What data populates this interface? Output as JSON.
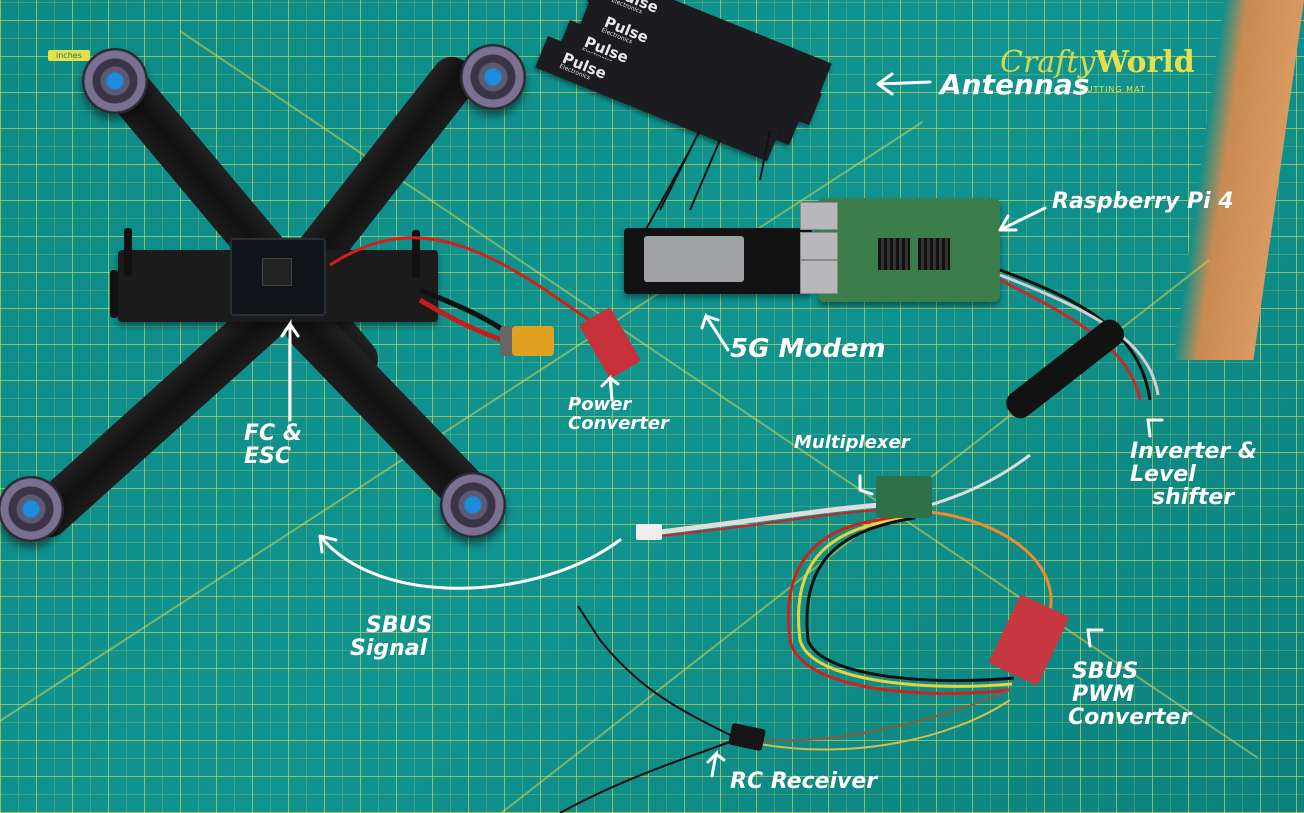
{
  "photo": {
    "subject": "Drone build components laid out on a cutting mat",
    "mat_brand": {
      "craft": "Crafty",
      "world": "World",
      "subtitle": "CUTTING MAT"
    },
    "mat_ruler_label": "inches",
    "antenna_brand": {
      "name": "Pulse",
      "sub": "Electronics"
    },
    "colors": {
      "mat": "#0f8f8a",
      "grid": "#d6d650",
      "label": "#ffffff",
      "wood": "#d89a60"
    }
  },
  "annotations": [
    {
      "id": "antennas",
      "text": "Antennas",
      "arrow": "left"
    },
    {
      "id": "raspberry-pi",
      "text": "Raspberry Pi 4",
      "arrow": "left"
    },
    {
      "id": "modem",
      "text": "5G Modem",
      "arrow": "up-left"
    },
    {
      "id": "power-converter",
      "line1": "Power",
      "line2": "Converter",
      "arrow": "up"
    },
    {
      "id": "fc-esc",
      "line1": "FC &",
      "line2": "ESC",
      "arrow": "up"
    },
    {
      "id": "multiplexer",
      "text": "Multiplexer",
      "arrow": "down-right"
    },
    {
      "id": "inverter",
      "line1": "Inverter &",
      "line2": "Level",
      "line3": "shifter",
      "arrow": "up-left"
    },
    {
      "id": "sbus-signal",
      "line1": "SBUS",
      "line2": "Signal",
      "arrow": "curved-to-fc"
    },
    {
      "id": "sbus-pwm",
      "line1": "SBUS",
      "line2": "PWM",
      "line3": "Converter",
      "arrow": "up-left"
    },
    {
      "id": "rc-receiver",
      "text": "RC Receiver",
      "arrow": "up-right"
    }
  ]
}
